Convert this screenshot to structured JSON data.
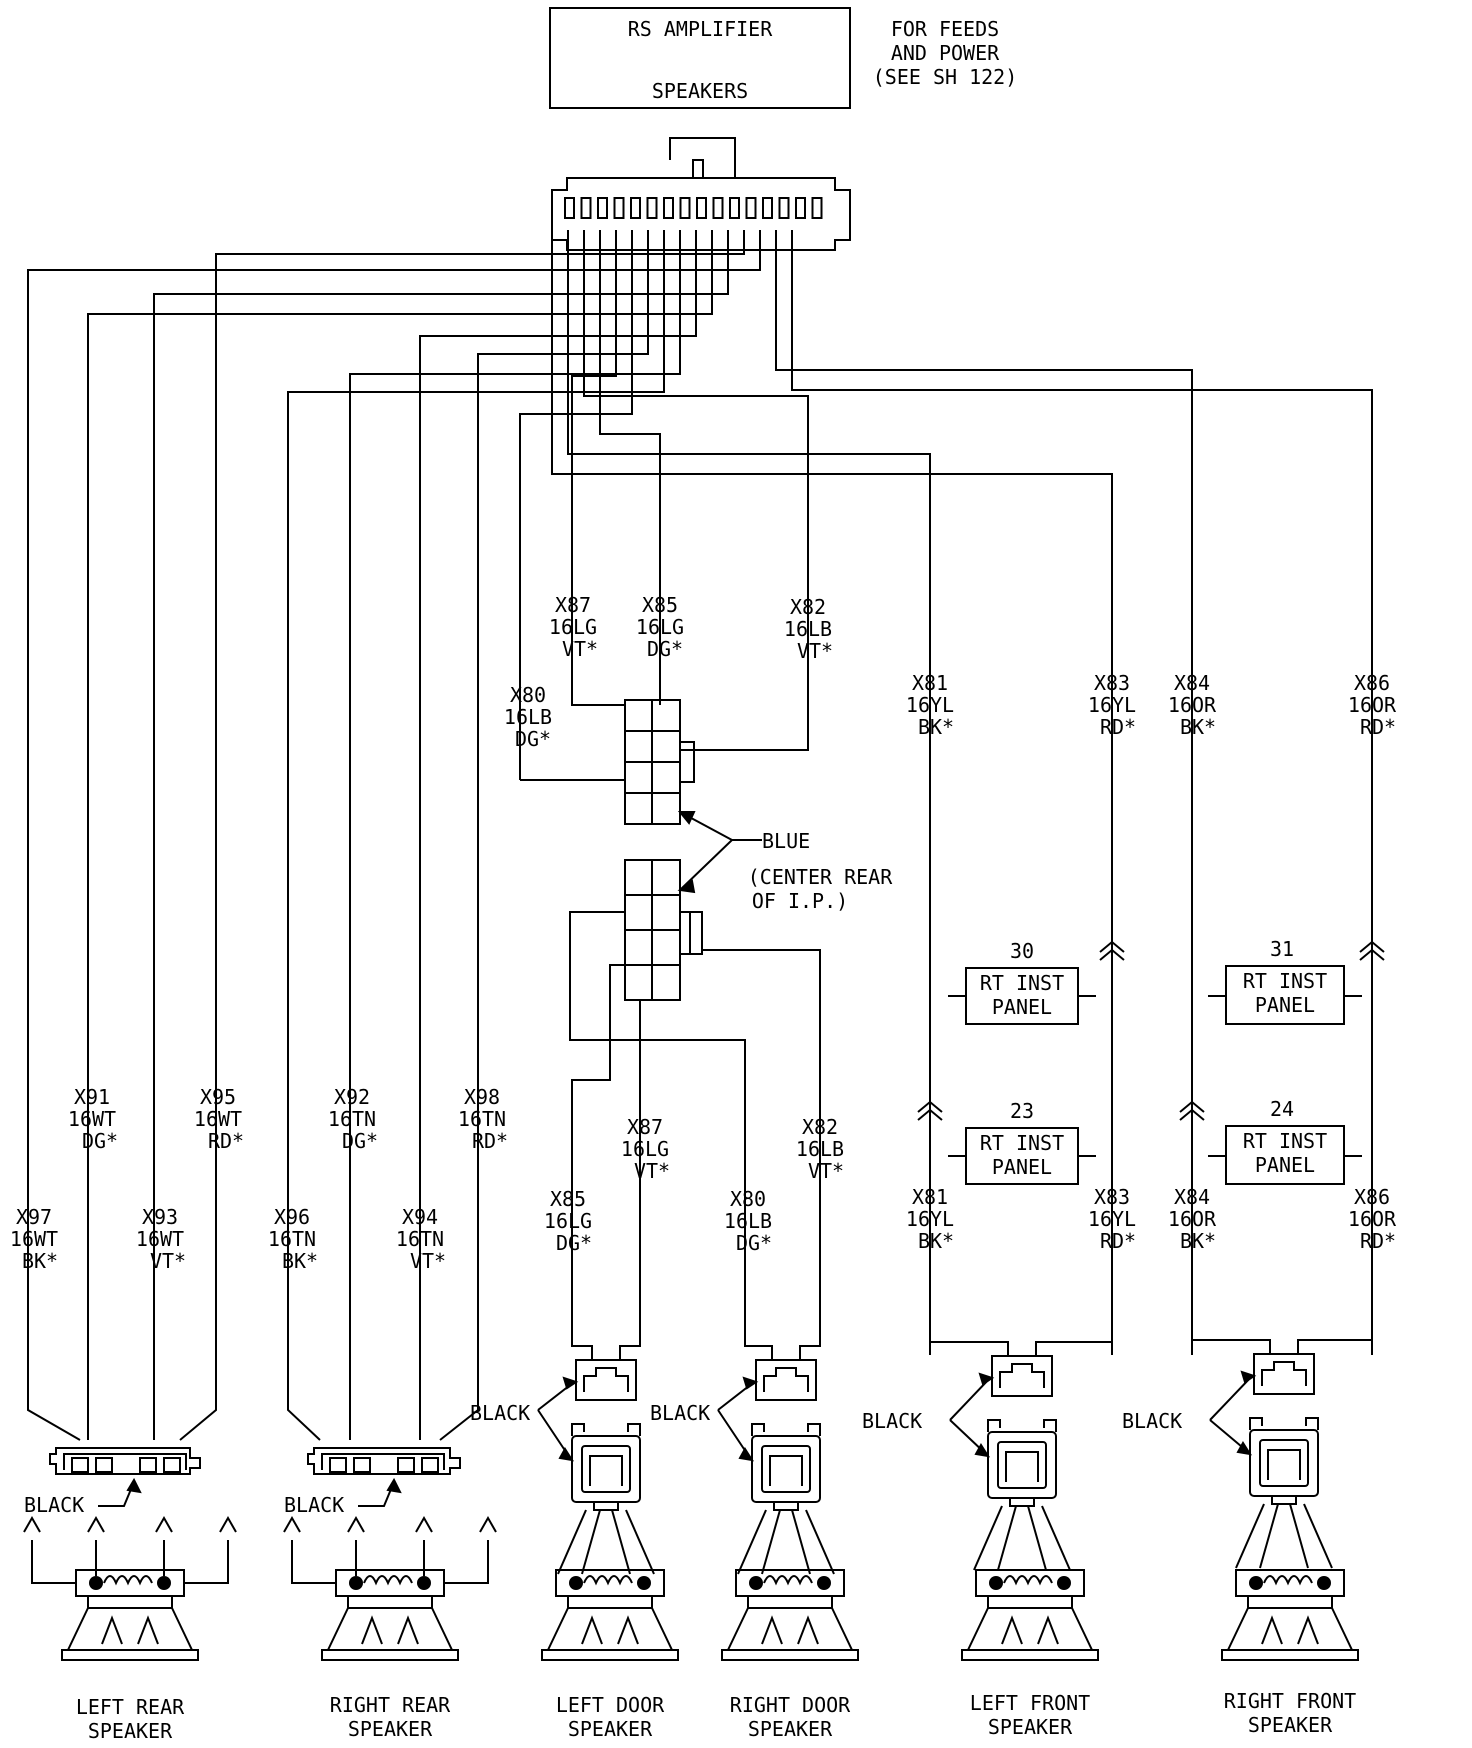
{
  "header": {
    "amp_title": "RS AMPLIFIER",
    "amp_subtitle": "SPEAKERS",
    "note_line1": "FOR FEEDS",
    "note_line2": "AND POWER",
    "note_line3": "(SEE SH 122)"
  },
  "connector_note": {
    "color": "BLUE",
    "loc1": "(CENTER REAR",
    "loc2": "OF I.P.)"
  },
  "connector_color": "BLACK",
  "inline_connectors": [
    {
      "id": "30",
      "line1": "RT INST",
      "line2": "PANEL"
    },
    {
      "id": "31",
      "line1": "RT INST",
      "line2": "PANEL"
    },
    {
      "id": "23",
      "line1": "RT INST",
      "line2": "PANEL"
    },
    {
      "id": "24",
      "line1": "RT INST",
      "line2": "PANEL"
    }
  ],
  "upper_wires": [
    {
      "circuit": "X87",
      "gauge": "16LG",
      "color": "VT*"
    },
    {
      "circuit": "X85",
      "gauge": "16LG",
      "color": "DG*"
    },
    {
      "circuit": "X82",
      "gauge": "16LB",
      "color": "VT*"
    },
    {
      "circuit": "X80",
      "gauge": "16LB",
      "color": "DG*"
    },
    {
      "circuit": "X81",
      "gauge": "16YL",
      "color": "BK*"
    },
    {
      "circuit": "X83",
      "gauge": "16YL",
      "color": "RD*"
    },
    {
      "circuit": "X84",
      "gauge": "16OR",
      "color": "BK*"
    },
    {
      "circuit": "X86",
      "gauge": "16OR",
      "color": "RD*"
    }
  ],
  "lower_wires": [
    {
      "circuit": "X91",
      "gauge": "16WT",
      "color": "DG*"
    },
    {
      "circuit": "X95",
      "gauge": "16WT",
      "color": "RD*"
    },
    {
      "circuit": "X97",
      "gauge": "16WT",
      "color": "BK*"
    },
    {
      "circuit": "X93",
      "gauge": "16WT",
      "color": "VT*"
    },
    {
      "circuit": "X92",
      "gauge": "16TN",
      "color": "DG*"
    },
    {
      "circuit": "X98",
      "gauge": "16TN",
      "color": "RD*"
    },
    {
      "circuit": "X96",
      "gauge": "16TN",
      "color": "BK*"
    },
    {
      "circuit": "X94",
      "gauge": "16TN",
      "color": "VT*"
    },
    {
      "circuit": "X87",
      "gauge": "16LG",
      "color": "VT*"
    },
    {
      "circuit": "X82",
      "gauge": "16LB",
      "color": "VT*"
    },
    {
      "circuit": "X85",
      "gauge": "16LG",
      "color": "DG*"
    },
    {
      "circuit": "X80",
      "gauge": "16LB",
      "color": "DG*"
    },
    {
      "circuit": "X81",
      "gauge": "16YL",
      "color": "BK*"
    },
    {
      "circuit": "X83",
      "gauge": "16YL",
      "color": "RD*"
    },
    {
      "circuit": "X84",
      "gauge": "16OR",
      "color": "BK*"
    },
    {
      "circuit": "X86",
      "gauge": "16OR",
      "color": "RD*"
    }
  ],
  "speakers": [
    {
      "line1": "LEFT REAR",
      "line2": "SPEAKER"
    },
    {
      "line1": "RIGHT REAR",
      "line2": "SPEAKER"
    },
    {
      "line1": "LEFT DOOR",
      "line2": "SPEAKER"
    },
    {
      "line1": "RIGHT DOOR",
      "line2": "SPEAKER"
    },
    {
      "line1": "LEFT FRONT",
      "line2": "SPEAKER"
    },
    {
      "line1": "RIGHT FRONT",
      "line2": "SPEAKER"
    }
  ]
}
